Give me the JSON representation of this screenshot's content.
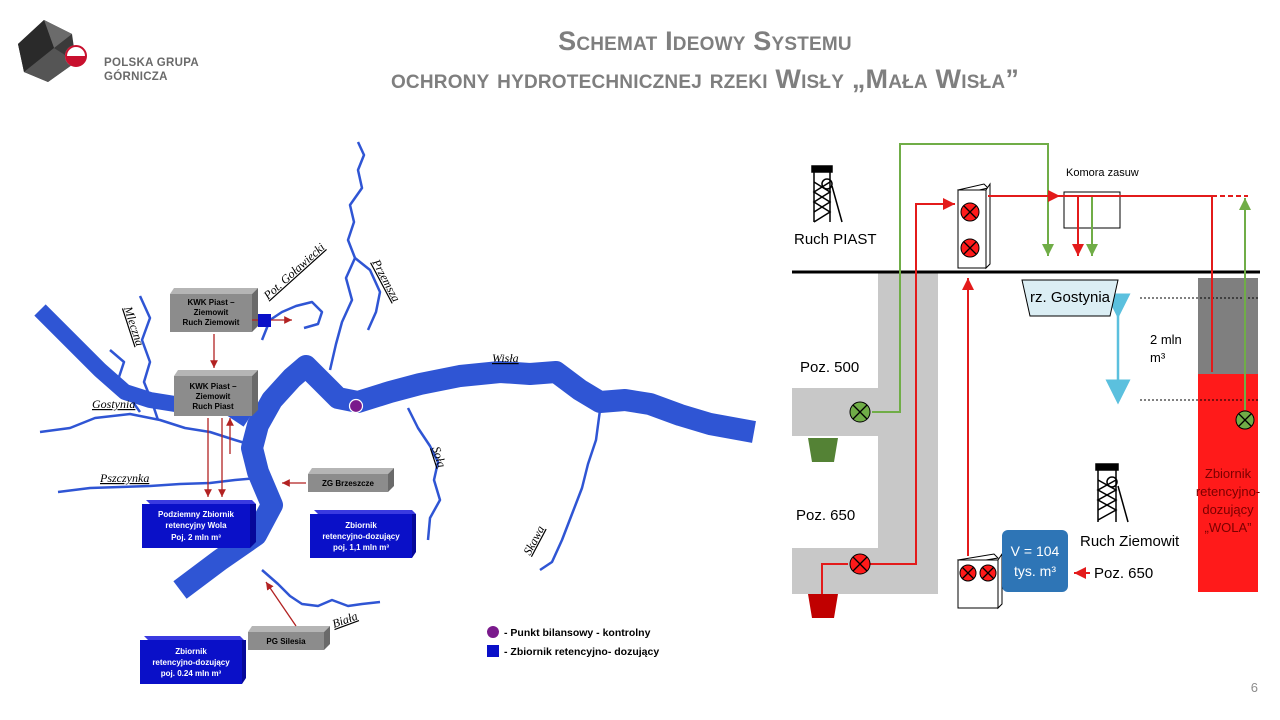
{
  "brand": {
    "name_line1": "POLSKA GRUPA",
    "name_line2": "GÓRNICZA"
  },
  "title": {
    "line1": "Schemat Ideowy Systemu",
    "line2": "ochrony hydrotechnicznej rzeki Wisły „Mała Wisła”"
  },
  "map": {
    "rivers": {
      "wisla": "Wisła",
      "przemsza": "Przemsza",
      "pot_golawiecki": "Pot. Goławiecki",
      "mleczna": "Mleczna",
      "gostynia": "Gostynia",
      "pszczynka": "Pszczynka",
      "sola": "Soła",
      "skawa": "Skawa",
      "biala": "Biała"
    },
    "mines": {
      "piast_ziemowit": [
        "KWK Piast –",
        "Ziemowit",
        "Ruch Ziemowit"
      ],
      "piast_piast": [
        "KWK Piast –",
        "Ziemowit",
        "Ruch Piast"
      ],
      "brzeszcze": "ZG Brzeszcze",
      "silesia": "PG Silesia"
    },
    "reservoirs": {
      "wola": [
        "Podziemny Zbiornik",
        "retencyjny Wola",
        "Poj. 2 mln m³"
      ],
      "brzeszcze": [
        "Zbiornik",
        "retencyjno-dozujący",
        "poj. 1,1 mln m³"
      ],
      "silesia": [
        "Zbiornik",
        "retencyjno-dozujący",
        "poj. 0.24 mln m³"
      ]
    },
    "legend": {
      "point": "- Punkt bilansowy - kontrolny",
      "reservoir": "- Zbiornik retencyjno- dozujący"
    }
  },
  "schema": {
    "ruch_piast": "Ruch PIAST",
    "komora": "Komora zasuw",
    "gostynia": "rz. Gostynia",
    "capacity_line1": "2 mln",
    "capacity_line2": "m³",
    "poz500": "Poz. 500",
    "poz650": "Poz. 650",
    "v_line1": "V = 104",
    "v_line2": "tys. m³",
    "ruch_ziemowit": "Ruch Ziemowit",
    "poz650_right": "Poz. 650",
    "wola_reservoir": [
      "Zbiornik",
      "retencyjno-",
      "dozujący",
      "„WOLA”"
    ]
  },
  "colors": {
    "river": "#2f55d4",
    "red": "#e31b1b",
    "green": "#70ad47",
    "navy": "#0a10c8",
    "box_grey": "#8c8c8c",
    "v_box": "#2e75b6",
    "legend_point": "#7a1a8c"
  },
  "page_number": "6"
}
